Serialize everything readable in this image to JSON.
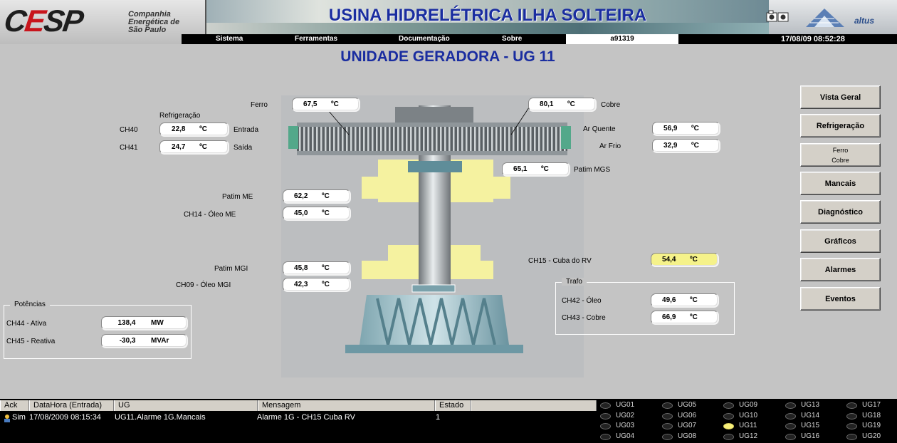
{
  "header": {
    "logo": "CESP",
    "logo_sub": [
      "Companhia",
      "Energética de",
      "São Paulo"
    ],
    "title": "USINA  HIDRELÉTRICA ILHA SOLTEIRA",
    "brand": "altus",
    "menu": [
      "Sistema",
      "Ferramentas",
      "Documentação",
      "Sobre"
    ],
    "user": "a91319",
    "datetime": "17/08/09  08:52:28"
  },
  "page_title": "UNIDADE GERADORA - UG 11",
  "readings": {
    "ferro": {
      "label": "Ferro",
      "value": "67,5",
      "unit": "ºC"
    },
    "cobre": {
      "label": "Cobre",
      "value": "80,1",
      "unit": "ºC"
    },
    "refrigeracao_label": "Refrigeração",
    "ch40": {
      "label": "CH40",
      "sub": "Entrada",
      "value": "22,8",
      "unit": "ºC"
    },
    "ch41": {
      "label": "CH41",
      "sub": "Saída",
      "value": "24,7",
      "unit": "ºC"
    },
    "ar_quente": {
      "label": "Ar Quente",
      "value": "56,9",
      "unit": "ºC"
    },
    "ar_frio": {
      "label": "Ar Frio",
      "value": "32,9",
      "unit": "ºC"
    },
    "patim_mgs": {
      "label": "Patim MGS",
      "value": "65,1",
      "unit": "ºC"
    },
    "patim_me": {
      "label": "Patim ME",
      "value": "62,2",
      "unit": "ºC"
    },
    "ch14": {
      "label": "CH14 - Óleo ME",
      "value": "45,0",
      "unit": "ºC"
    },
    "ch15": {
      "label": "CH15 - Cuba do RV",
      "value": "54,4",
      "unit": "ºC"
    },
    "patim_mgi": {
      "label": "Patim MGI",
      "value": "45,8",
      "unit": "ºC"
    },
    "ch09": {
      "label": "CH09 - Óleo MGI",
      "value": "42,3",
      "unit": "ºC"
    }
  },
  "trafo": {
    "title": "Trafo",
    "ch42": {
      "label": "CH42 - Óleo",
      "value": "49,6",
      "unit": "ºC"
    },
    "ch43": {
      "label": "CH43 - Cobre",
      "value": "66,9",
      "unit": "ºC"
    }
  },
  "potencias": {
    "title": "Potências",
    "ch44": {
      "label": "CH44 - Ativa",
      "value": "138,4",
      "unit": "MW"
    },
    "ch45": {
      "label": "CH45 - Reativa",
      "value": "-30,3",
      "unit": "MVAr"
    }
  },
  "buttons": {
    "vista_geral": "Vista Geral",
    "refrigeracao": "Refrigeração",
    "ferro": "Ferro",
    "cobre": "Cobre",
    "mancais": "Mancais",
    "diagnostico": "Diagnóstico",
    "graficos": "Gráficos",
    "alarmes": "Alarmes",
    "eventos": "Eventos"
  },
  "alarm_table": {
    "columns": [
      "Ack",
      "DataHora (Entrada)",
      "UG",
      "Mensagem",
      "Estado"
    ],
    "rows": [
      {
        "ack": "Sim",
        "datahora": "17/08/2009 08:15:34",
        "ug": "UG11.Alarme  1G.Mancais",
        "mensagem": "Alarme 1G - CH15 Cuba RV",
        "estado": "1"
      }
    ]
  },
  "units": {
    "list": [
      "UG01",
      "UG02",
      "UG03",
      "UG04",
      "UG05",
      "UG06",
      "UG07",
      "UG08",
      "UG09",
      "UG10",
      "UG11",
      "UG12",
      "UG13",
      "UG14",
      "UG15",
      "UG16",
      "UG17",
      "UG18",
      "UG19",
      "UG20"
    ],
    "active": "UG11",
    "active_color": "#f8f07a"
  }
}
